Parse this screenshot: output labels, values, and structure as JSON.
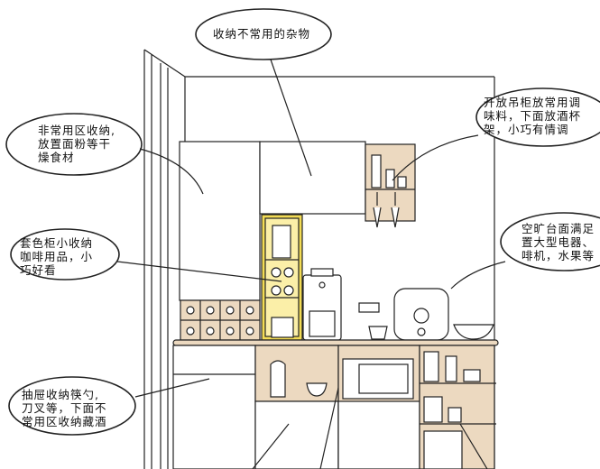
{
  "annotations": {
    "top": "收纳不常用的杂物",
    "left_upper": [
      "非常用区收纳,",
      "放置面粉等干",
      "燥食材"
    ],
    "left_middle": [
      "套色柜小收纳",
      "咖啡用品，小",
      "巧好看"
    ],
    "left_lower": [
      "抽屉收纳筷勺,",
      "刀叉等，下面不",
      "常用区收纳藏酒"
    ],
    "right_upper": [
      "开放吊柜放常用调",
      "味料，下面放酒杯",
      "架，小巧有情调"
    ],
    "right_lower": [
      "空旷台面满足",
      "置大型电器、",
      "啡机，水果等"
    ]
  },
  "colors": {
    "line": "#222222",
    "beige": "#ecd9c0",
    "yellow": "#f3dc55",
    "wall": "#ffffff"
  }
}
